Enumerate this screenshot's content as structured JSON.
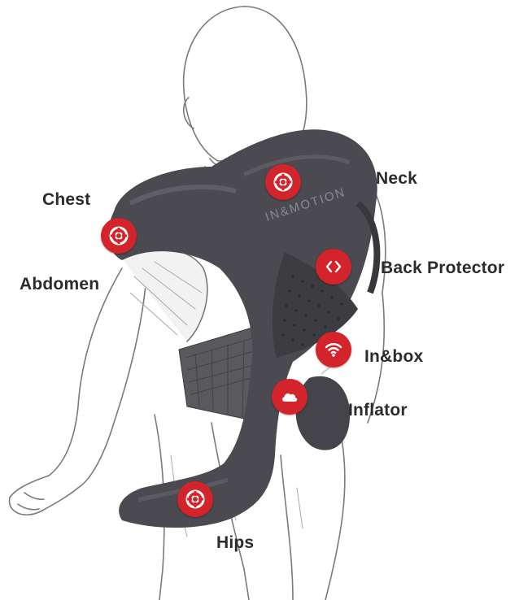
{
  "labels": {
    "neck": "Neck",
    "chest": "Chest",
    "abdomen": "Abdomen",
    "back_protector": "Back Protector",
    "inbox": "In&box",
    "inflator": "Inflator",
    "hips": "Hips"
  },
  "airbag_brand_text": "IN&MOTION",
  "markers": [
    {
      "name": "neck",
      "icon": "lifebuoy-icon"
    },
    {
      "name": "chest-abdomen",
      "icon": "lifebuoy-icon"
    },
    {
      "name": "back-protector",
      "icon": "code-brackets-icon"
    },
    {
      "name": "inbox",
      "icon": "wifi-icon"
    },
    {
      "name": "inflator",
      "icon": "cloud-icon"
    },
    {
      "name": "hips",
      "icon": "lifebuoy-icon"
    }
  ],
  "colors": {
    "marker": "#d3232b",
    "airbag": "#4a4a50",
    "label_text": "#2b2b2b",
    "sketch_line": "#777777"
  }
}
